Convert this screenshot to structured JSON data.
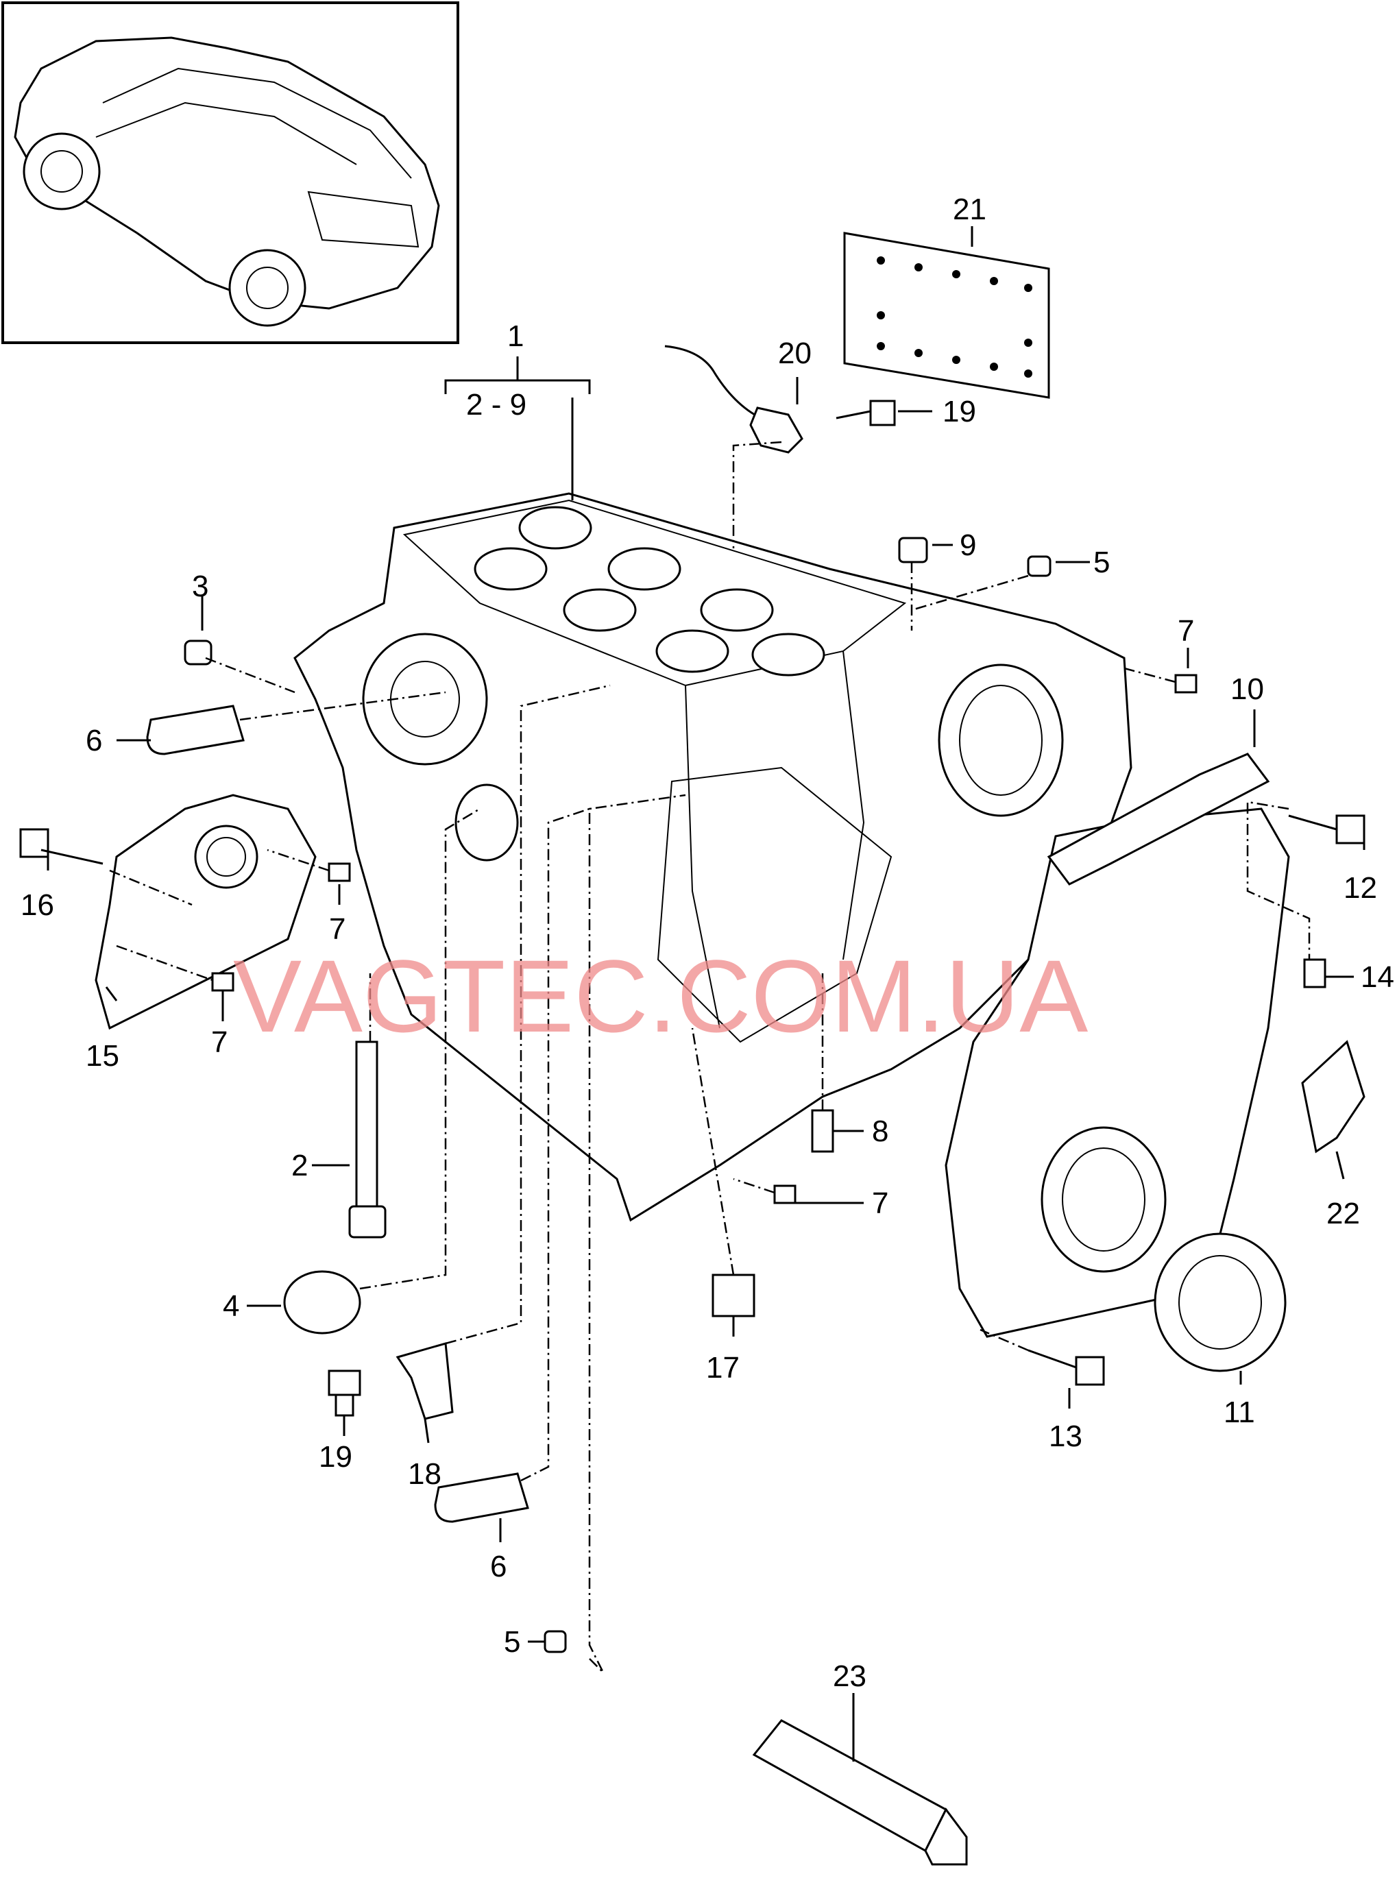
{
  "watermark": "VAGTEC.COM.UA",
  "callouts": {
    "p1": "1",
    "p2_9": "2 - 9",
    "p2": "2",
    "p3": "3",
    "p4": "4",
    "p5a": "5",
    "p5b": "5",
    "p6a": "6",
    "p6b": "6",
    "p7a": "7",
    "p7b": "7",
    "p7c": "7",
    "p7d": "7",
    "p8": "8",
    "p9": "9",
    "p10": "10",
    "p11": "11",
    "p12": "12",
    "p13": "13",
    "p14": "14",
    "p15": "15",
    "p16": "16",
    "p17": "17",
    "p18": "18",
    "p19a": "19",
    "p19b": "19",
    "p20": "20",
    "p21": "21",
    "p22": "22",
    "p23": "23"
  }
}
